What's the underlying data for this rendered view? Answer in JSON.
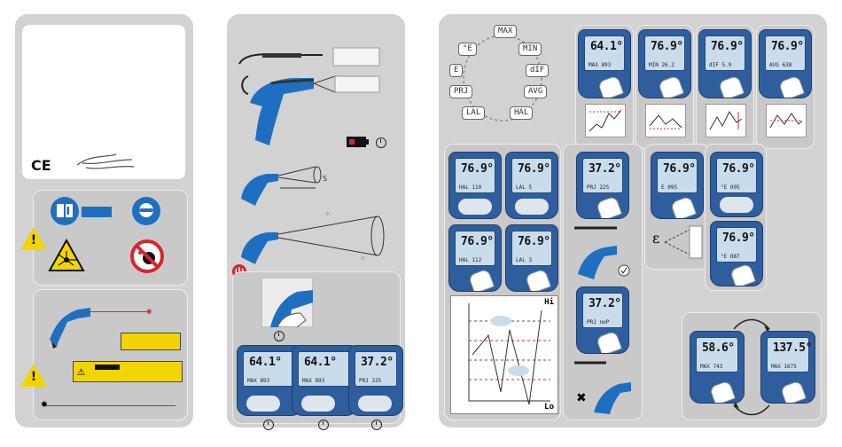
{
  "ce_mark": "CE",
  "readings": {
    "p2_a": {
      "main": "64.1°",
      "sub": "MAX 893"
    },
    "p2_b": {
      "main": "64.1°",
      "sub": "MAX 893"
    },
    "p2_c": {
      "main": "37.2°",
      "sub": "PRJ 225"
    }
  },
  "mode_ring": [
    "MAX",
    "°E",
    "MIN",
    "E",
    "dIF",
    "PRJ",
    "AVG",
    "LAL",
    "HAL"
  ],
  "top_devices": [
    {
      "main": "64.1°",
      "sub": "MAX 893"
    },
    {
      "main": "76.9°",
      "sub": "MIN 26.2"
    },
    {
      "main": "76.9°",
      "sub": "dIF 5.9"
    },
    {
      "main": "76.9°",
      "sub": "AVG 638"
    }
  ],
  "alarm_devices": [
    {
      "main": "76.9°",
      "sub": "HAL 110"
    },
    {
      "main": "76.9°",
      "sub": "LAL 5"
    },
    {
      "main": "76.9°",
      "sub": "HAL 112"
    },
    {
      "main": "76.9°",
      "sub": "LAL 3"
    }
  ],
  "probe_devices": [
    {
      "main": "37.2°",
      "sub": "PRJ 225"
    },
    {
      "main": "37.2°",
      "sub": "PRJ noP"
    }
  ],
  "emis_devices": [
    {
      "main": "76.9°",
      "sub": "E 095"
    },
    {
      "main": "76.9°",
      "sub": "°E 095"
    },
    {
      "main": "76.9°",
      "sub": "°E 087"
    }
  ],
  "unit_devices": [
    {
      "main": "58.6°",
      "sub": "MAX 743"
    },
    {
      "main": "137.5°",
      "sub": "MAX 1675"
    }
  ],
  "graph_labels": {
    "hi": "Hi",
    "lo": "Lo"
  },
  "epsilon": "ε",
  "colors": {
    "warning_yellow": "#f2d500",
    "device_blue": "#2e5e9e",
    "info_blue": "#1f6fc1",
    "laser_red": "#d6262d"
  }
}
